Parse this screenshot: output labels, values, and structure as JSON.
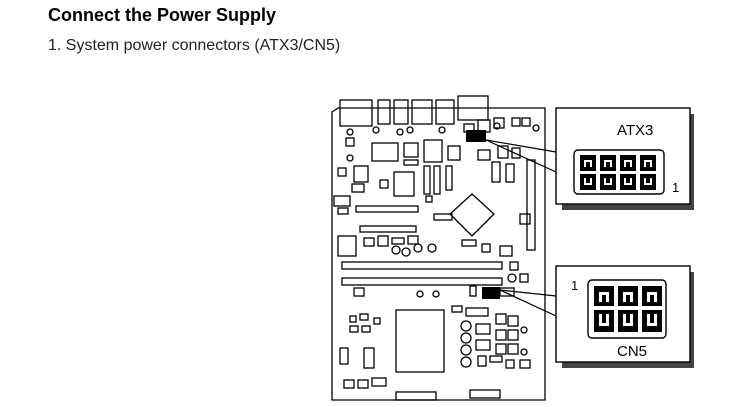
{
  "section": {
    "title": "Connect the Power Supply",
    "item": "1. System power connectors (ATX3/CN5)"
  },
  "callouts": {
    "atx3": {
      "label": "ATX3",
      "pin_label": "1"
    },
    "cn5": {
      "label": "CN5",
      "pin_label": "1"
    }
  }
}
